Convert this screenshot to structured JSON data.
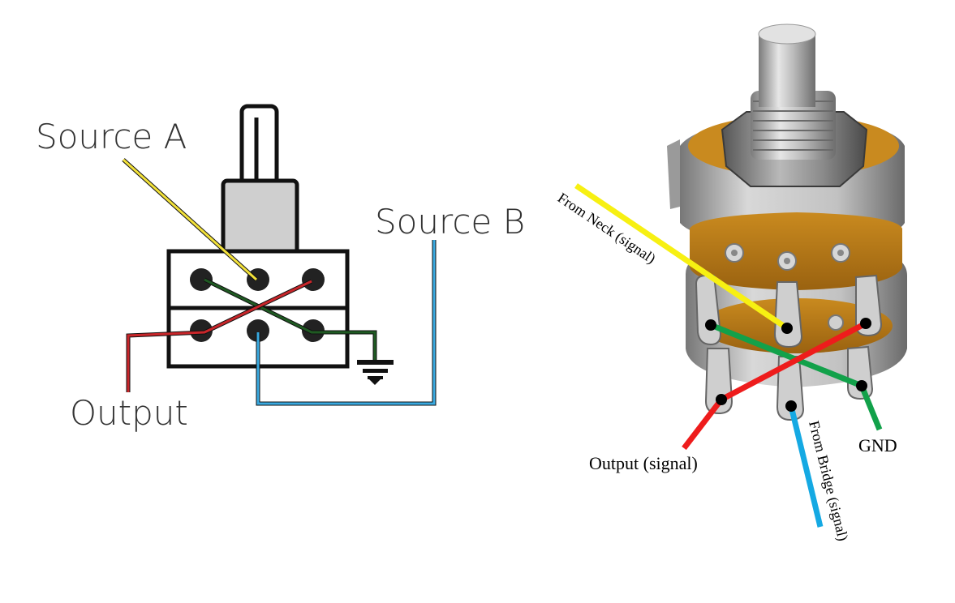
{
  "left_diagram": {
    "labels": {
      "source_a": "Source A",
      "source_b": "Source B",
      "output": "Output"
    },
    "wire_colors": {
      "source_a": "#f2e13a",
      "source_b": "#39a9e0",
      "output": "#c8262a",
      "ground": "#1f5a22"
    }
  },
  "right_diagram": {
    "labels": {
      "from_neck": "From Neck (signal)",
      "from_bridge": "From Bridge (signal)",
      "output": "Output (signal)",
      "gnd": "GND"
    },
    "wire_colors": {
      "from_neck": "#f7f012",
      "from_bridge": "#15a9e3",
      "output": "#ee1c1c",
      "gnd": "#12a14a"
    }
  }
}
